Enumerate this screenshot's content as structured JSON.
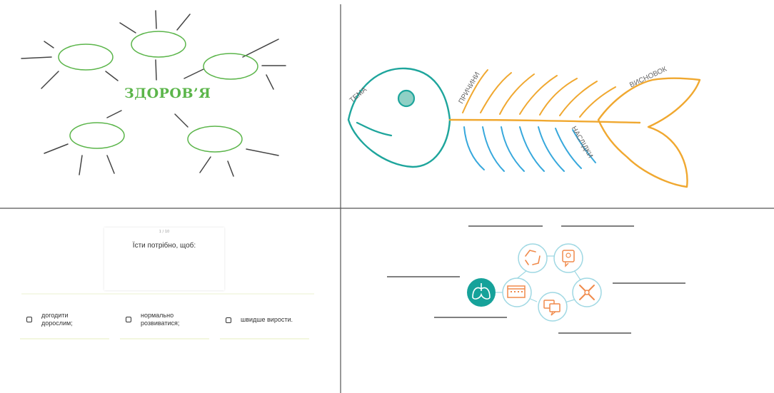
{
  "mind_map": {
    "title": "ЗДОРОВ’Я",
    "accent_color": "#5bb54a"
  },
  "fishbone": {
    "label_head": "ТЕМА",
    "label_top": "ПРИЧИНИ",
    "label_bottom": "НАСЛІДКИ",
    "label_tail": "ВИСНОВОК",
    "colors": {
      "head": "#1ea59c",
      "top_bones": "#f0a830",
      "bottom_bones": "#37a8dc",
      "tail": "#f0a830"
    }
  },
  "quiz": {
    "counter": "1 / 10",
    "question": "Їсти потрібно, щоб:",
    "options": [
      {
        "text": "догодити дорослим;"
      },
      {
        "text": "нормально розвиватися;"
      },
      {
        "text": "швидше вирости."
      }
    ]
  },
  "cycle": {
    "icons": [
      {
        "name": "lungs-icon"
      },
      {
        "name": "calendar-icon"
      },
      {
        "name": "recycle-icon"
      },
      {
        "name": "thought-icon"
      },
      {
        "name": "cross-tools-icon"
      },
      {
        "name": "chat-icon"
      }
    ],
    "colors": {
      "center": "#16a29a",
      "ring": "#9fd8e3",
      "icon": "#f08a4b"
    }
  }
}
